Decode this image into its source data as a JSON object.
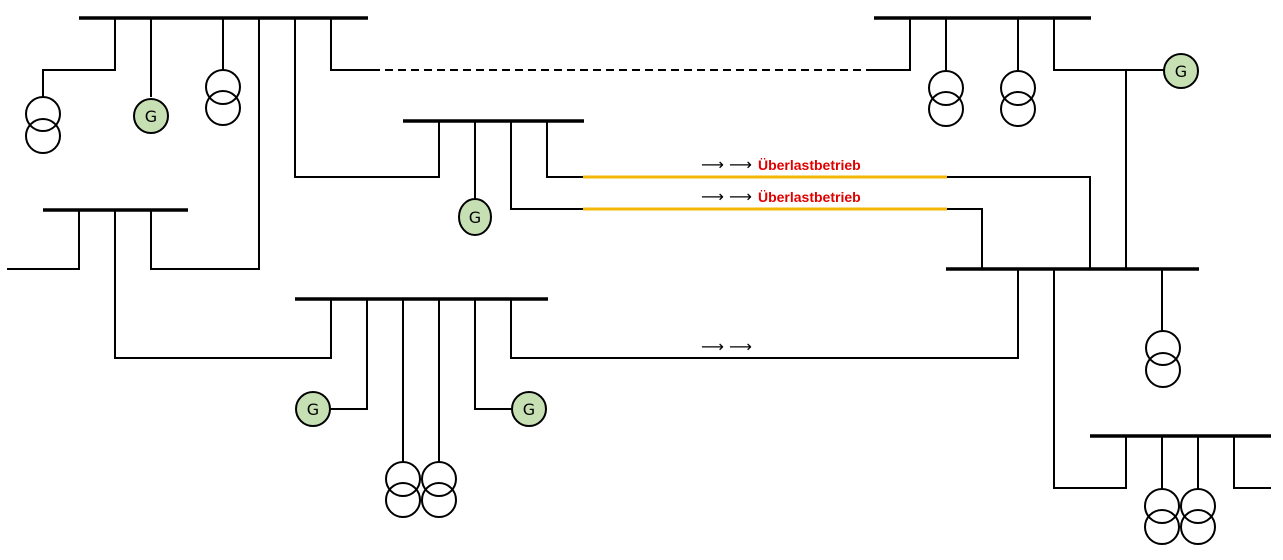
{
  "diagram": {
    "type": "single-line power grid diagram",
    "generator_symbol": "G",
    "colors": {
      "generator_fill": "#c6e0b4",
      "overload_line": "#f2b705",
      "warning_text": "#e00000",
      "line": "#000000"
    },
    "flow_labels": [
      {
        "arrows": "⟶ ⟶",
        "text": "Überlastbetrieb"
      },
      {
        "arrows": "⟶ ⟶",
        "text": "Überlastbetrieb"
      },
      {
        "arrows": "⟶ ⟶",
        "text": ""
      }
    ]
  }
}
